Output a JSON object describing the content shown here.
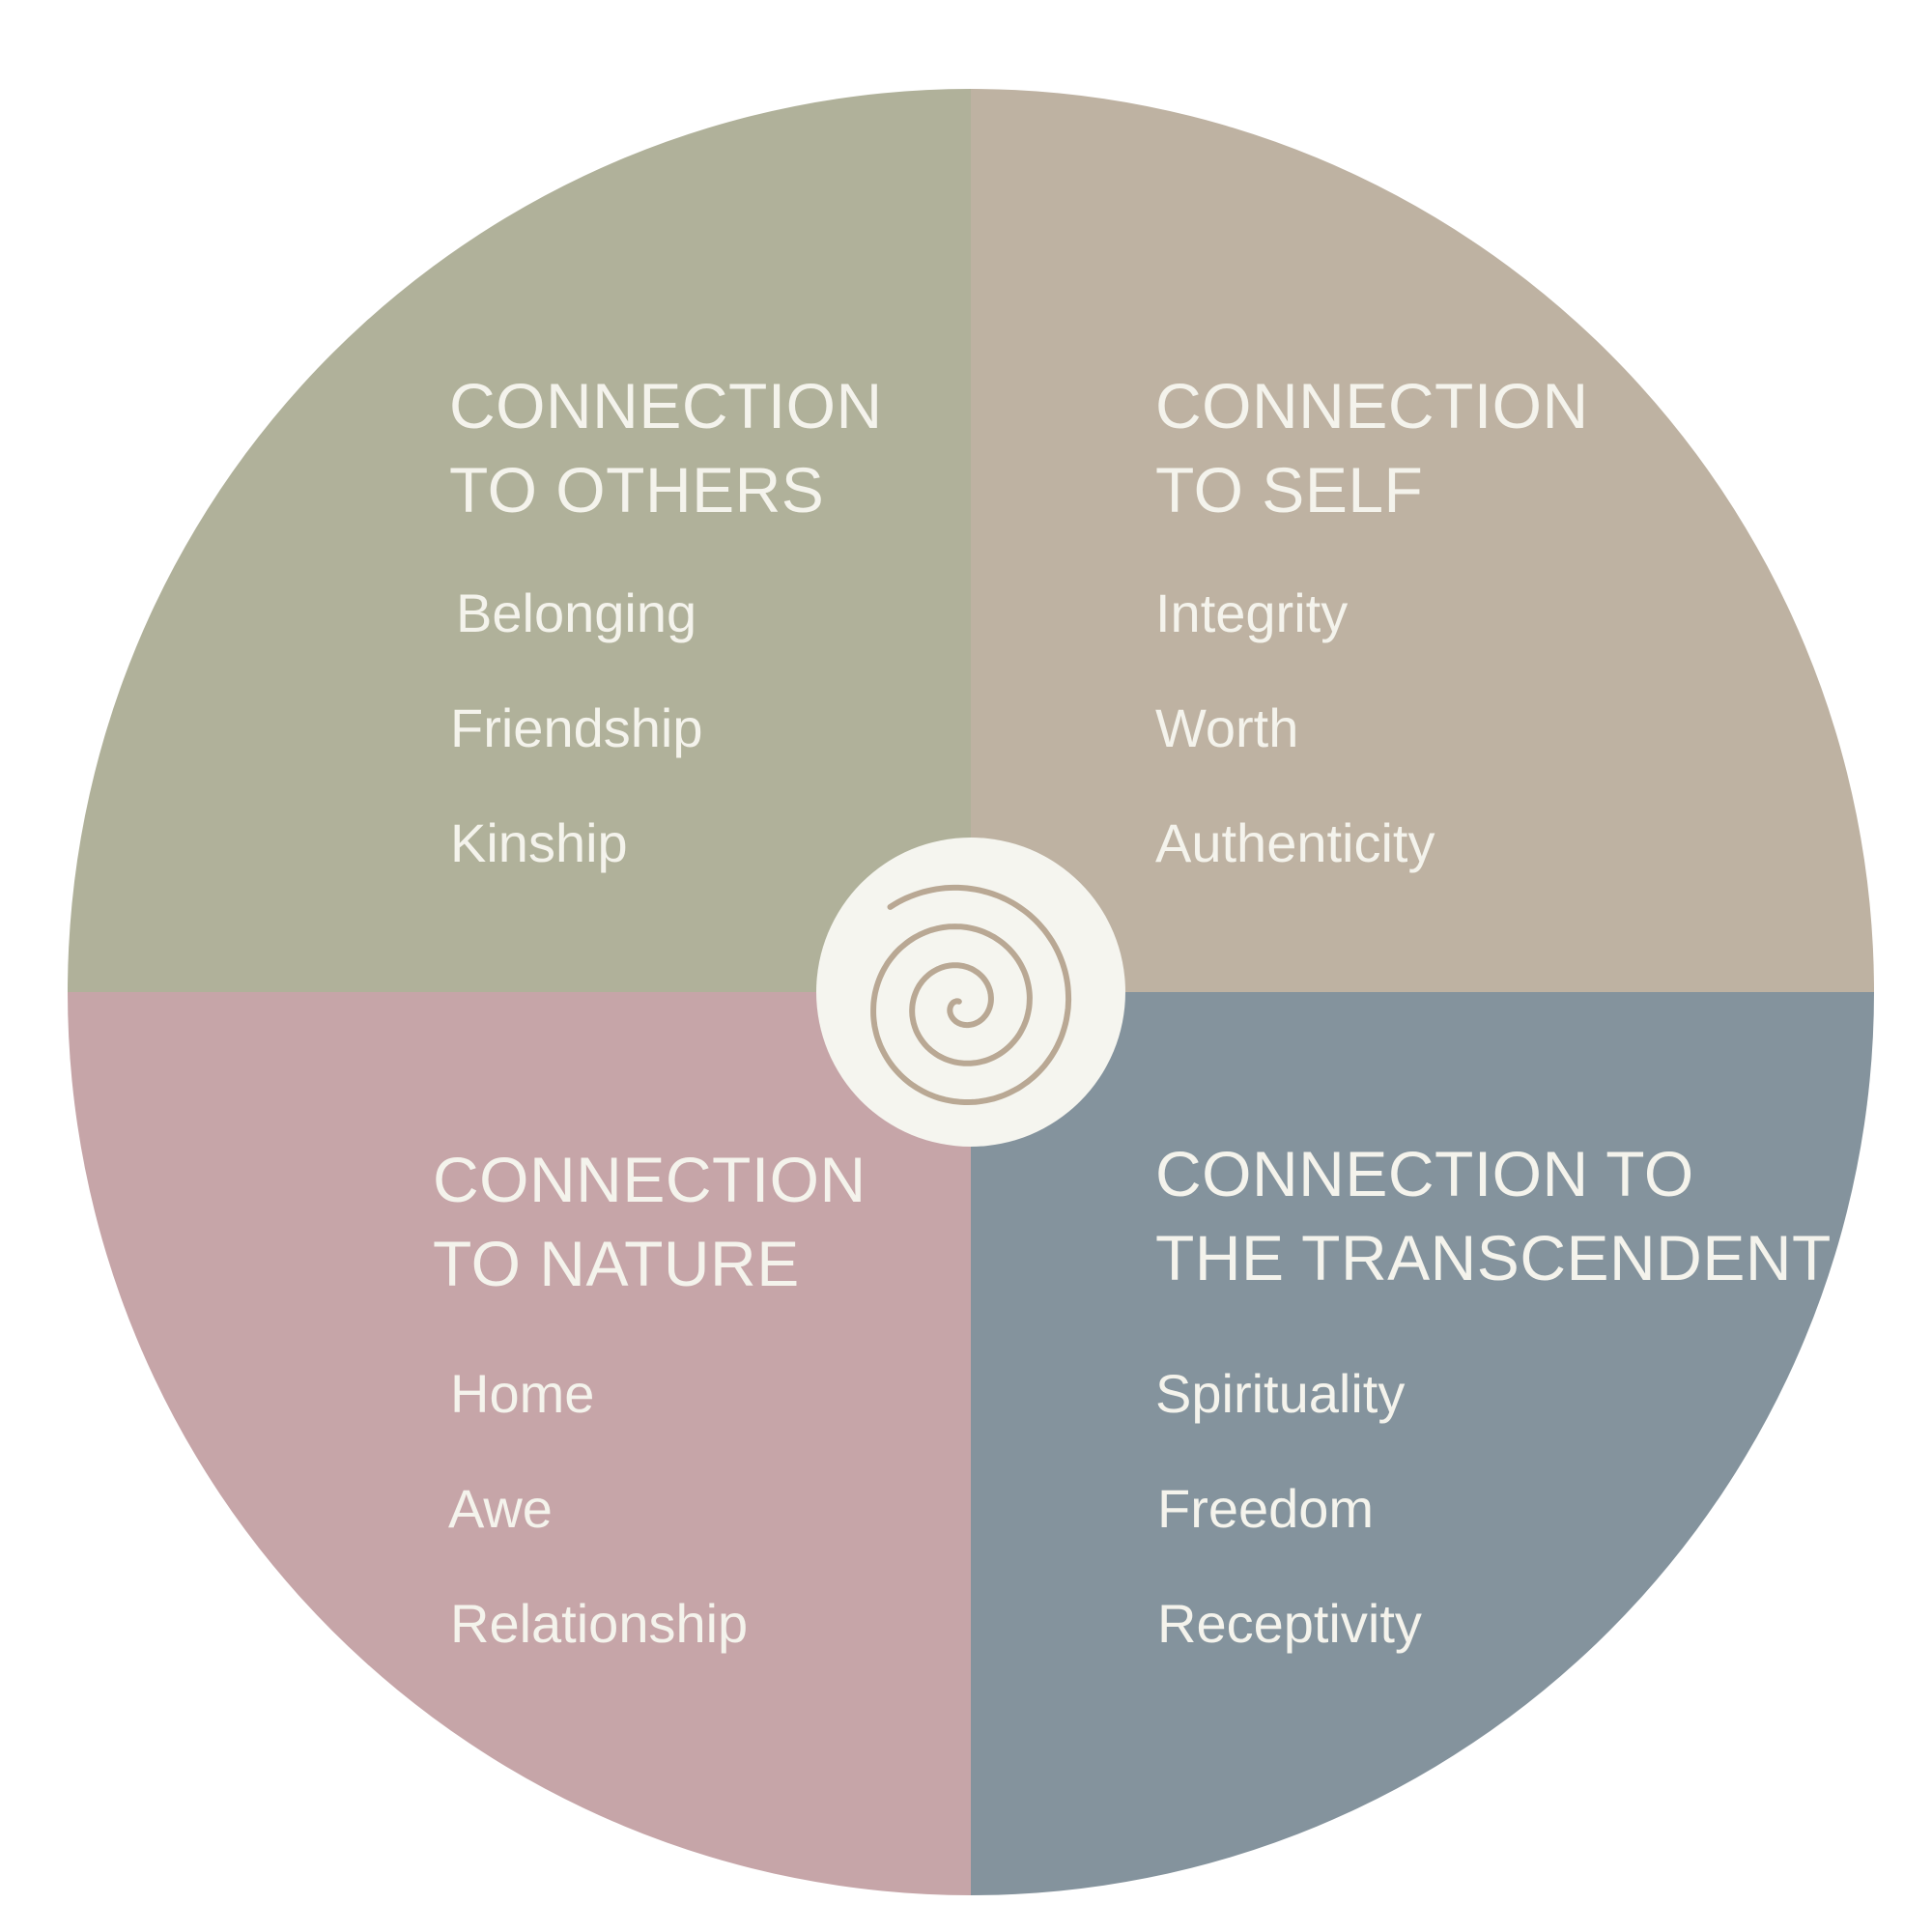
{
  "colors": {
    "others": "#b0b19a",
    "self": "#beb2a2",
    "nature": "#c6a5a8",
    "transcendent": "#84939d",
    "center": "#f5f5ef",
    "spiral": "#b9a894",
    "text": "#f4f3ec"
  },
  "center_icon": "spiral-icon",
  "quadrants": {
    "others": {
      "title_line1": "CONNECTION",
      "title_line2": "TO OTHERS",
      "items": [
        "Belonging",
        "Friendship",
        "Kinship"
      ]
    },
    "self": {
      "title_line1": "CONNECTION",
      "title_line2": "TO SELF",
      "items": [
        "Integrity",
        "Worth",
        "Authenticity"
      ]
    },
    "nature": {
      "title_line1": "CONNECTION",
      "title_line2": "TO NATURE",
      "items": [
        "Home",
        "Awe",
        "Relationship"
      ]
    },
    "transcendent": {
      "title_line1": "CONNECTION TO",
      "title_line2": "THE TRANSCENDENT",
      "items": [
        "Spirituality",
        "Freedom",
        "Receptivity"
      ]
    }
  }
}
